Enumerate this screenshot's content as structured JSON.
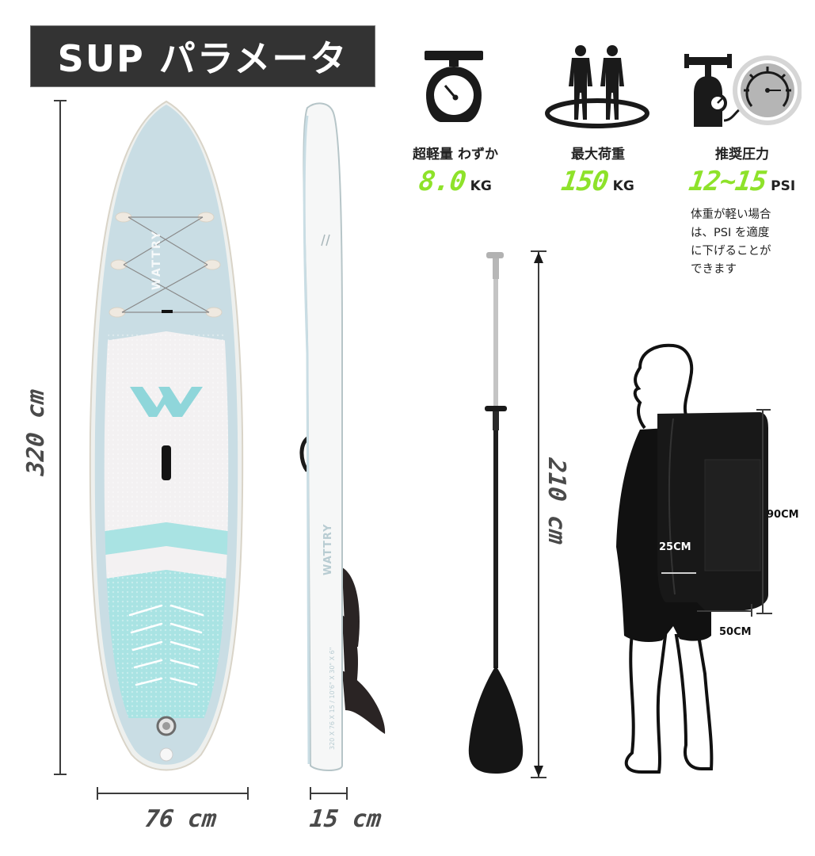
{
  "title": "SUP パラメータ",
  "specs": [
    {
      "id": "weight",
      "icon": "scale-icon",
      "label": "超軽量 わずか",
      "value": "8.0",
      "unit": "KG"
    },
    {
      "id": "max-load",
      "icon": "two-people-icon",
      "label": "最大荷重",
      "value": "150",
      "unit": "KG"
    },
    {
      "id": "pressure",
      "icon": "pump-gauge-icon",
      "label": "推奨圧力",
      "value": "12~15",
      "unit": "PSI"
    }
  ],
  "pressure_note": [
    "体重が軽い場合",
    "は、PSI を適度",
    "に下げることが",
    "できます"
  ],
  "dimensions": {
    "board_length": "320 cm",
    "board_width": "76 cm",
    "board_thickness": "15 cm",
    "paddle_length": "210 cm"
  },
  "bag": {
    "height": "90CM",
    "depth": "25CM",
    "width": "50CM"
  },
  "brand": "WATTRY",
  "colors": {
    "accent_green": "#8ee22a",
    "title_bg": "#333333",
    "board_blue": "#c9dde4",
    "board_teal": "#a9e3e3",
    "dim_text": "#4a4a4a"
  }
}
